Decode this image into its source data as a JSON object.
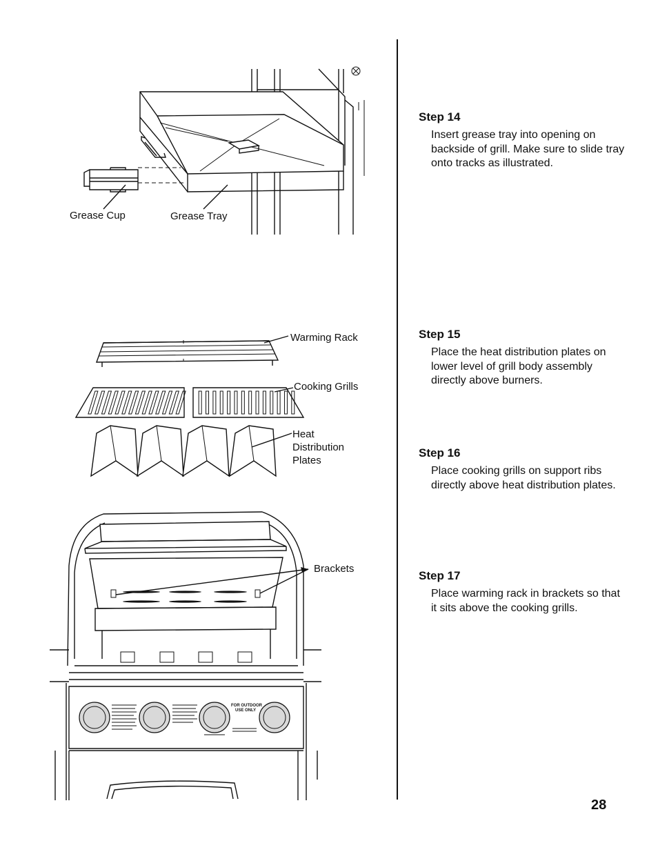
{
  "labels": {
    "grease_cup": "Grease Cup",
    "grease_tray": "Grease Tray",
    "warming_rack": "Warming Rack",
    "cooking_grills": "Cooking Grills",
    "heat_dist_1": "Heat",
    "heat_dist_2": "Distribution",
    "heat_dist_3": "Plates",
    "brackets": "Brackets"
  },
  "control_panel": {
    "outdoor_1": "FOR OUTDOOR",
    "outdoor_2": "USE ONLY"
  },
  "steps": [
    {
      "title": "Step 14",
      "text": "Insert grease tray into opening on backside of grill. Make sure to slide tray onto tracks as illustrated."
    },
    {
      "title": "Step 15",
      "text": "Place the heat distribution plates on lower level of grill body assembly directly above burners."
    },
    {
      "title": "Step 16",
      "text": "Place cooking grills on support ribs directly above heat distribution plates."
    },
    {
      "title": "Step 17",
      "text": "Place warming rack in brackets so that it sits above the cooking grills."
    }
  ],
  "page_number": "28"
}
